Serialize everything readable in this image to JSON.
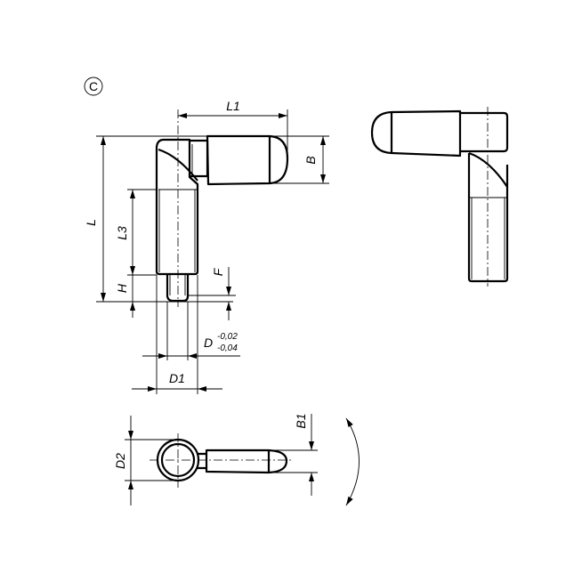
{
  "drawing": {
    "variant_label": "C",
    "dimensions": {
      "L": "L",
      "L1": "L1",
      "L3": "L3",
      "B": "B",
      "B1": "B1",
      "H": "H",
      "F": "F",
      "D": "D",
      "D_tol_upper": "-0,02",
      "D_tol_lower": "-0,04",
      "D1": "D1",
      "D2": "D2"
    }
  }
}
